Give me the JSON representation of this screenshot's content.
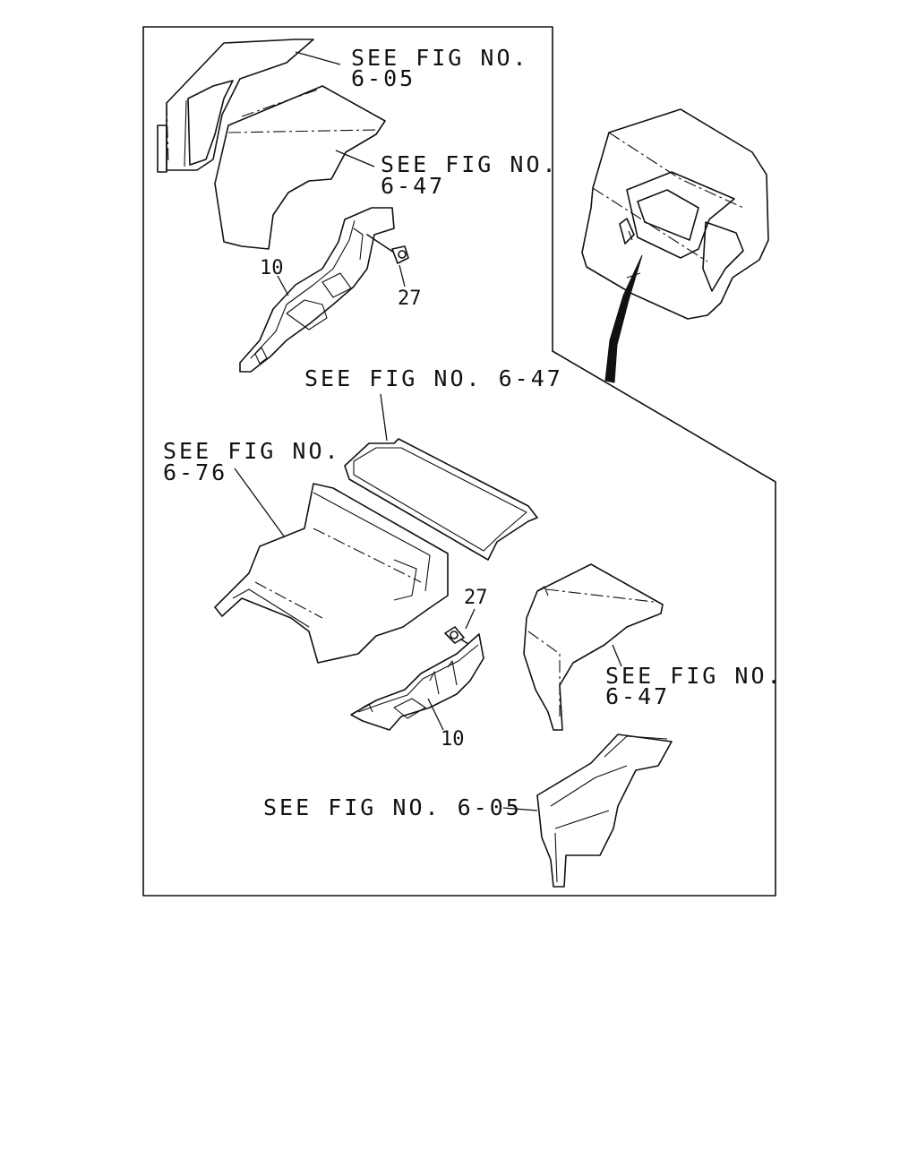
{
  "callouts": {
    "top_fender_line1": "SEE FIG NO.",
    "top_fender_line2": "6-05",
    "top_wheelhouse_line1": "SEE FIG NO.",
    "top_wheelhouse_line2": "6-47",
    "middle_panel": "SEE FIG NO. 6-47",
    "floor_line1": "SEE FIG NO.",
    "floor_line2": "6-76",
    "right_wheelhouse_line1": "SEE FIG NO.",
    "right_wheelhouse_line2": "6-47",
    "bottom_fender": "SEE FIG NO. 6-05"
  },
  "part_numbers": {
    "bracket_upper": "10",
    "bolt_upper": "27",
    "bolt_lower": "27",
    "bracket_lower": "10"
  }
}
